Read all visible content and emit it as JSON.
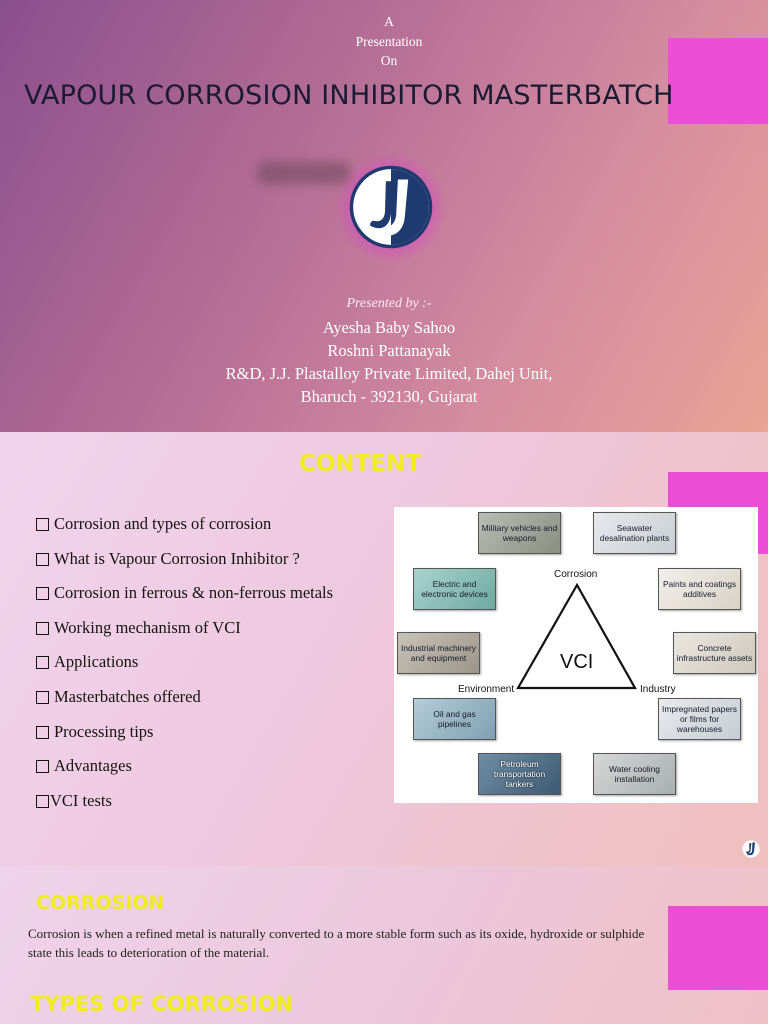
{
  "slide1": {
    "intro": [
      "A",
      "Presentation",
      "On"
    ],
    "title": "VAPOUR CORROSION INHIBITOR MASTERBATCH",
    "presented_by": "Presented by :-",
    "names": [
      "Ayesha Baby Sahoo",
      "Roshni Pattanayak",
      "R&D, J.J. Plastalloy Private Limited, Dahej Unit,",
      "Bharuch - 392130, Gujarat"
    ]
  },
  "slide2": {
    "heading": "CONTENT",
    "items": [
      "Corrosion and types of corrosion",
      "What is Vapour Corrosion Inhibitor ?",
      "Corrosion in ferrous & non-ferrous metals",
      "Working  mechanism of VCI",
      "Applications",
      "Masterbatches offered",
      "Processing tips",
      "Advantages",
      "VCI tests"
    ],
    "diagram": {
      "center": "VCI",
      "vertices": {
        "top": "Corrosion",
        "left": "Environment",
        "right": "Industry"
      },
      "boxes": [
        "Military vehicles and weapons",
        "Seawater desalination plants",
        "Electric and electronic devices",
        "Paints and coatings additives",
        "Industrial machinery and equipment",
        "Concrete infrastructure assets",
        "Oil and gas pipelines",
        "Impregnated papers or films for warehouses",
        "Petroleum transportation tankers",
        "Water cooling installation"
      ]
    }
  },
  "slide3": {
    "heading": "CORROSION",
    "paragraph": "Corrosion is when a refined metal is naturally converted to a more stable form such as its oxide, hydroxide or sulphide state this leads to deterioration of the material.",
    "heading2": "TYPES OF CORROSION"
  },
  "colors": {
    "accent_magenta": "#ec4fd6",
    "heading_yellow": "#f0ec1e",
    "logo_navy": "#1e3a6e"
  },
  "icons": {
    "logo": "jj-logo-icon"
  }
}
